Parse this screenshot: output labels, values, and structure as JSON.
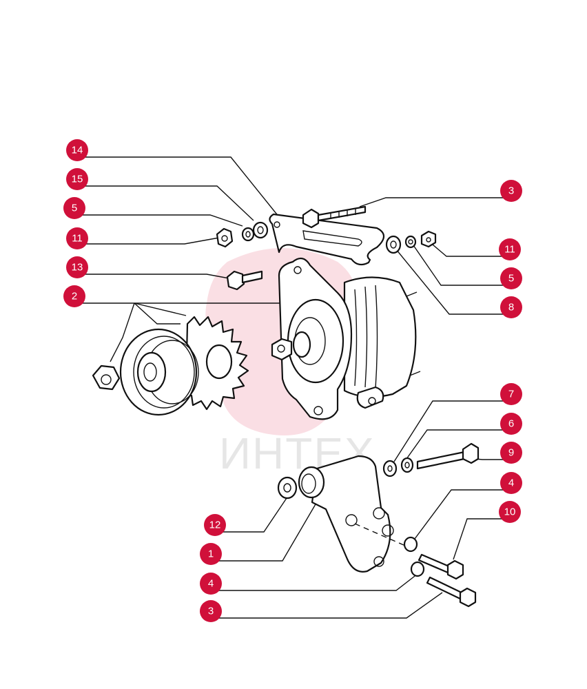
{
  "watermark": {
    "text": "ИНТЕХ",
    "color": "#f4b8c4"
  },
  "accent_color": "#d0103a",
  "callouts": {
    "c14": "14",
    "c15": "15",
    "c5_left": "5",
    "c11_left": "11",
    "c13": "13",
    "c2": "2",
    "c3_top": "3",
    "c11_right": "11",
    "c5_right": "5",
    "c8": "8",
    "c7": "7",
    "c6": "6",
    "c9": "9",
    "c4_upper": "4",
    "c10": "10",
    "c12": "12",
    "c1": "1",
    "c4_lower": "4",
    "c3_bottom": "3"
  },
  "parts": [
    "alternator",
    "pulley",
    "fan",
    "pulley-nut",
    "adjuster-strap",
    "bracket",
    "bolt-long-top",
    "bolt-13",
    "bolt-9",
    "bolt-10",
    "bolt-3-bottom",
    "washer-15",
    "washer-5-left",
    "nut-11-left",
    "washer-8",
    "washer-5-right",
    "nut-11-right",
    "washer-7",
    "washer-6",
    "bushing-12",
    "washer-4-upper",
    "washer-4-lower"
  ]
}
